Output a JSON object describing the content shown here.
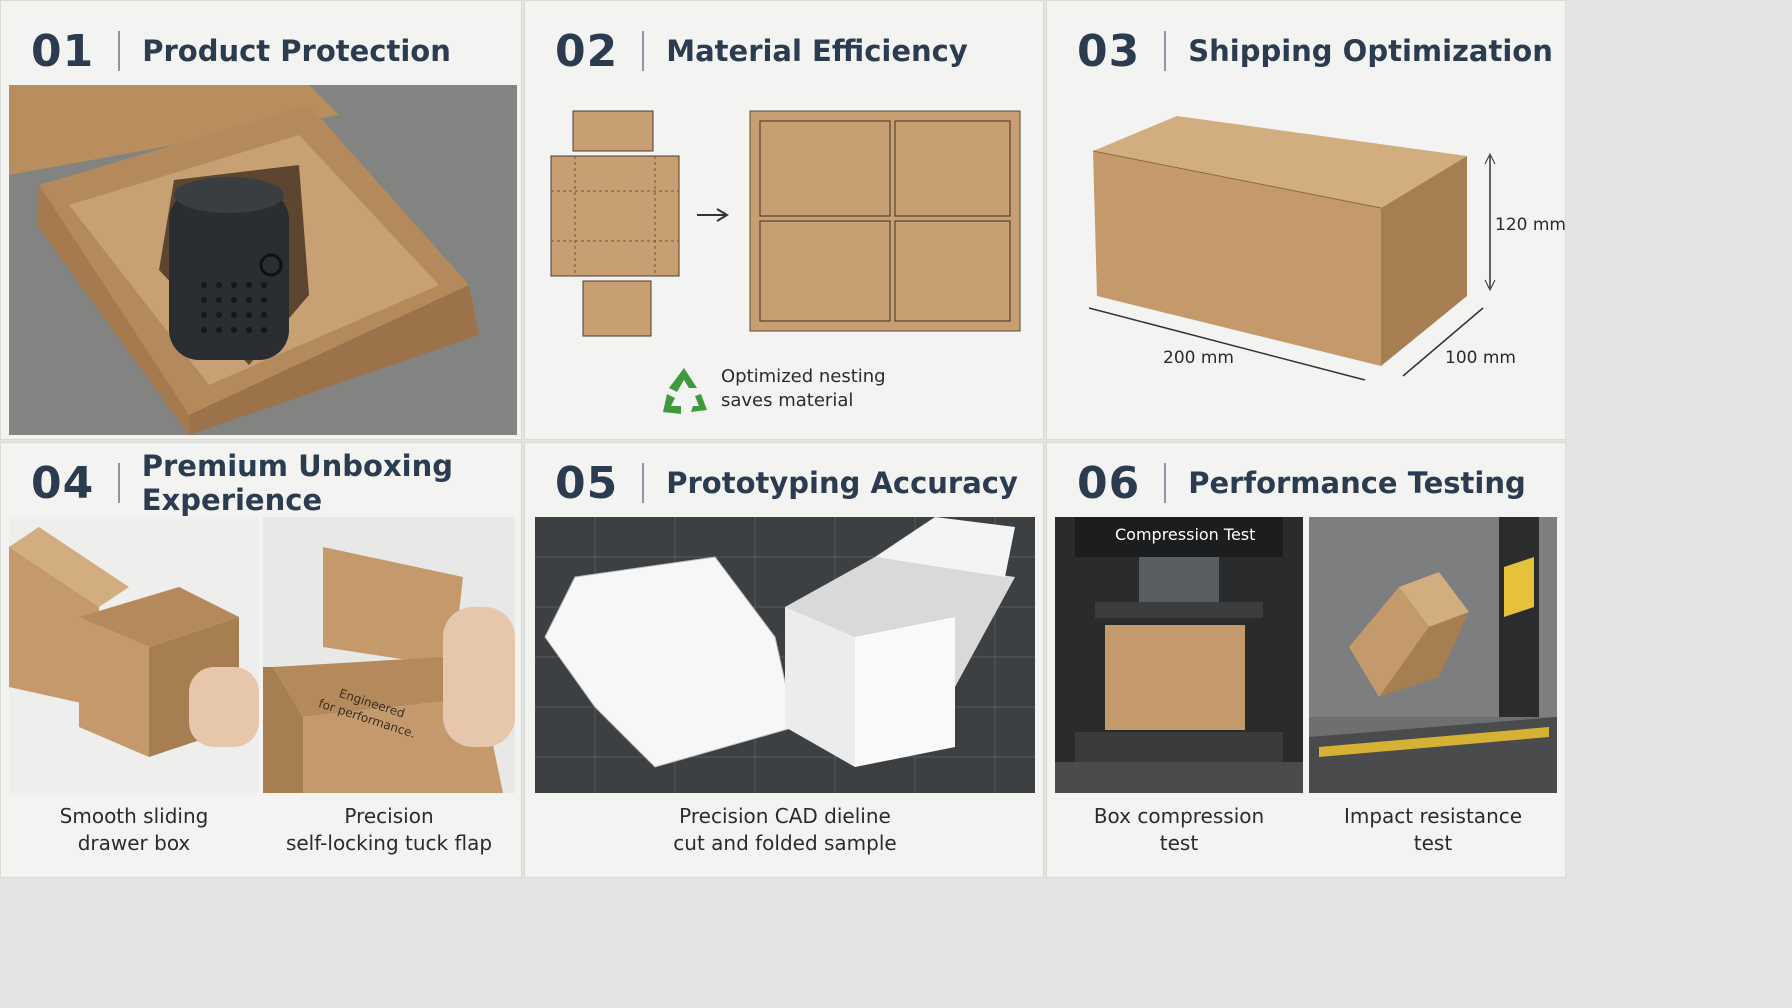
{
  "panels": [
    {
      "num": "01",
      "title": "Product Protection"
    },
    {
      "num": "02",
      "title": "Material Efficiency",
      "note_line1": "Optimized nesting",
      "note_line2": "saves material"
    },
    {
      "num": "03",
      "title": "Shipping Optimization",
      "dim_height": "120 mm",
      "dim_length": "200 mm",
      "dim_width": "100 mm"
    },
    {
      "num": "04",
      "title": "Premium Unboxing Experience",
      "cap_a1": "Smooth sliding",
      "cap_a2": "drawer box",
      "cap_b1": "Precision",
      "cap_b2": "self-locking tuck flap",
      "box_print1": "Engineered",
      "box_print2": "for performance."
    },
    {
      "num": "05",
      "title": "Prototyping Accuracy",
      "cap1": "Precision CAD dieline",
      "cap2": "cut and folded sample"
    },
    {
      "num": "06",
      "title": "Performance Testing",
      "overlay": "Compression Test",
      "cap_a1": "Box compression",
      "cap_a2": "test",
      "cap_b1": "Impact resistance",
      "cap_b2": "test"
    }
  ],
  "colors": {
    "kraft": "#c49a6c",
    "kraft_dark": "#a77d52",
    "heading": "#2c3c50",
    "recycle": "#3f9a3f"
  },
  "icons": [
    "recycle-icon",
    "arrow-right-icon"
  ]
}
